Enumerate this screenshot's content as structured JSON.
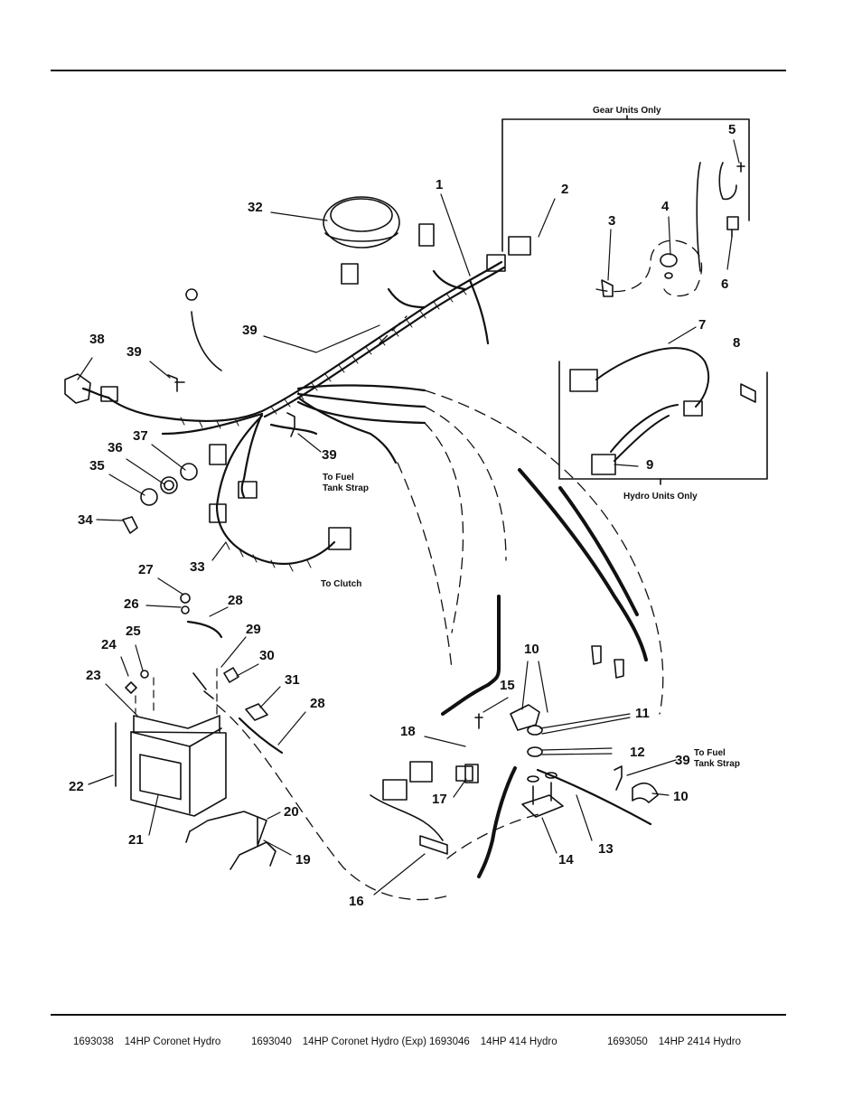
{
  "callouts": [
    {
      "id": "c1",
      "text": "1"
    },
    {
      "id": "c2",
      "text": "2"
    },
    {
      "id": "c3",
      "text": "3"
    },
    {
      "id": "c4",
      "text": "4"
    },
    {
      "id": "c5",
      "text": "5"
    },
    {
      "id": "c6",
      "text": "6"
    },
    {
      "id": "c7",
      "text": "7"
    },
    {
      "id": "c8",
      "text": "8"
    },
    {
      "id": "c9",
      "text": "9"
    },
    {
      "id": "c10a",
      "text": "10"
    },
    {
      "id": "c10b",
      "text": "10"
    },
    {
      "id": "c11",
      "text": "11"
    },
    {
      "id": "c12",
      "text": "12"
    },
    {
      "id": "c13",
      "text": "13"
    },
    {
      "id": "c14",
      "text": "14"
    },
    {
      "id": "c15",
      "text": "15"
    },
    {
      "id": "c16",
      "text": "16"
    },
    {
      "id": "c17",
      "text": "17"
    },
    {
      "id": "c18",
      "text": "18"
    },
    {
      "id": "c19",
      "text": "19"
    },
    {
      "id": "c20",
      "text": "20"
    },
    {
      "id": "c21",
      "text": "21"
    },
    {
      "id": "c22",
      "text": "22"
    },
    {
      "id": "c23",
      "text": "23"
    },
    {
      "id": "c24",
      "text": "24"
    },
    {
      "id": "c25",
      "text": "25"
    },
    {
      "id": "c26",
      "text": "26"
    },
    {
      "id": "c27",
      "text": "27"
    },
    {
      "id": "c28a",
      "text": "28"
    },
    {
      "id": "c28b",
      "text": "28"
    },
    {
      "id": "c29",
      "text": "29"
    },
    {
      "id": "c30",
      "text": "30"
    },
    {
      "id": "c31",
      "text": "31"
    },
    {
      "id": "c32",
      "text": "32"
    },
    {
      "id": "c33",
      "text": "33"
    },
    {
      "id": "c34",
      "text": "34"
    },
    {
      "id": "c35",
      "text": "35"
    },
    {
      "id": "c36",
      "text": "36"
    },
    {
      "id": "c37",
      "text": "37"
    },
    {
      "id": "c38",
      "text": "38"
    },
    {
      "id": "c39a",
      "text": "39"
    },
    {
      "id": "c39b",
      "text": "39"
    },
    {
      "id": "c39c",
      "text": "39"
    },
    {
      "id": "c39d",
      "text": "39"
    }
  ],
  "notes": {
    "gear_units_only": "Gear Units Only",
    "hydro_units_only": "Hydro Units Only",
    "to_fuel_tank_strap_left": [
      "To Fuel",
      "Tank Strap"
    ],
    "to_fuel_tank_strap_right": [
      "To Fuel",
      "Tank Strap"
    ],
    "to_clutch": "To Clutch"
  },
  "footer": {
    "models": [
      {
        "code": "1693038",
        "name": "14HP Coronet Hydro"
      },
      {
        "code": "1693040",
        "name": "14HP Coronet Hydro (Exp)"
      },
      {
        "code": "1693046",
        "name": "14HP 414 Hydro"
      },
      {
        "code": "1693050",
        "name": "14HP 2414 Hydro"
      }
    ]
  }
}
